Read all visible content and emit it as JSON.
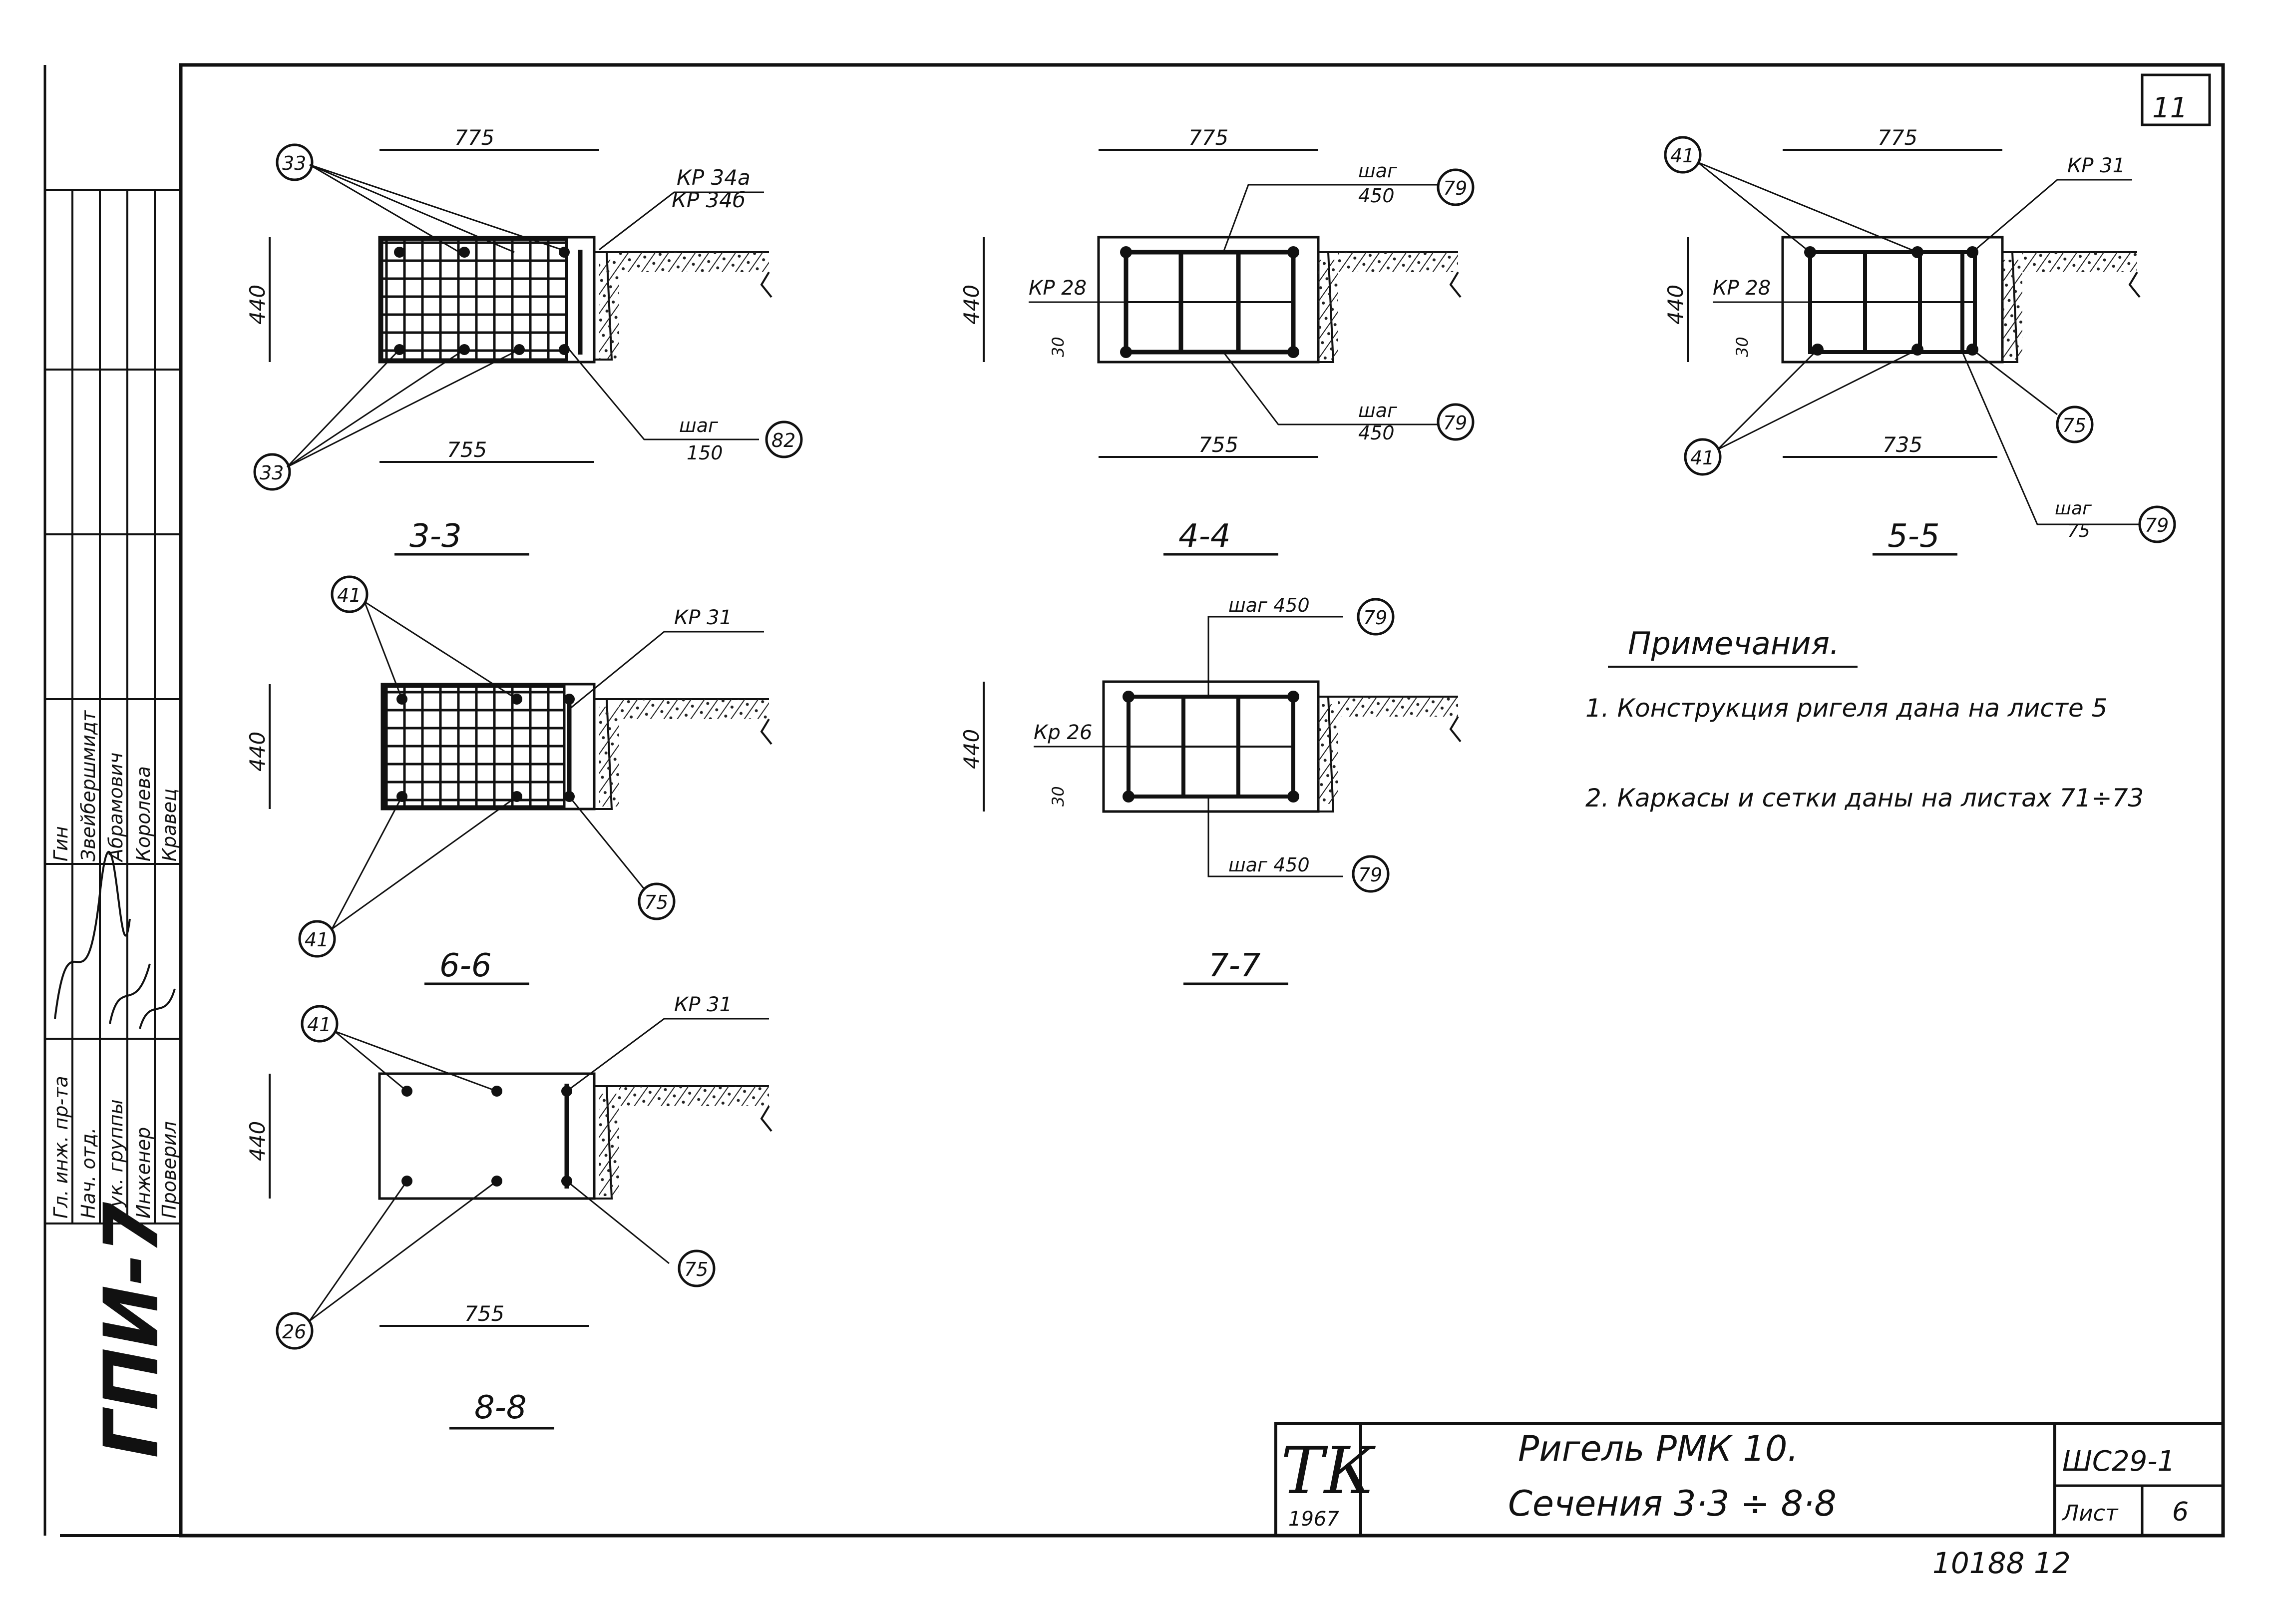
{
  "side": {
    "code": "ГПИ-7",
    "names": [
      "Гин",
      "Звейбершмидт",
      "Абрамович",
      "Королева",
      "Кравец"
    ],
    "roles": [
      "Гл. инж. пр-та",
      "Нач. отд.",
      "Рук. группы",
      "Инженер",
      "Проверил"
    ]
  },
  "sheet_number": "11",
  "sections": {
    "s33": {
      "title": "3-3",
      "top_dim": "775",
      "bottom_dim": "755",
      "height_dim": "440",
      "marks": [
        "33",
        "33",
        "82"
      ],
      "label_kr": "КР 34а",
      "label_kr2": "КР 34б",
      "step_label": "шаг",
      "step_value": "150"
    },
    "s44": {
      "title": "4-4",
      "top_dim": "775",
      "bottom_dim": "755",
      "height_dim": "440",
      "cover": "30",
      "marks": [
        "79",
        "79"
      ],
      "label_kr": "КР 28",
      "step_label": "шаг",
      "step_top": "450",
      "step_bottom": "450"
    },
    "s55": {
      "title": "5-5",
      "top_dim": "775",
      "bottom_dim": "735",
      "height_dim": "440",
      "cover": "30",
      "marks": [
        "41",
        "41",
        "75",
        "79"
      ],
      "label_kr": "КР 28",
      "label_kr2": "КР 31",
      "step_label": "шаг",
      "step_value": "75"
    },
    "s66": {
      "title": "6-6",
      "height_dim": "440",
      "marks": [
        "41",
        "41",
        "75"
      ],
      "label_kr": "КР 31"
    },
    "s77": {
      "title": "7-7",
      "height_dim": "440",
      "cover": "30",
      "marks": [
        "79",
        "79"
      ],
      "label_kr": "Кр 26",
      "step_top": "шаг 450",
      "step_bottom": "шаг 450"
    },
    "s88": {
      "title": "8-8",
      "bottom_dim": "755",
      "height_dim": "440",
      "marks": [
        "41",
        "26",
        "75"
      ],
      "label_kr": "КР 31"
    }
  },
  "notes": {
    "heading": "Примечания.",
    "items": [
      "1. Конструкция ригеля дана на листе 5",
      "2. Каркасы и сетки даны на листах 71÷73"
    ]
  },
  "title_block": {
    "logo": "ТК",
    "year": "1967",
    "title_line1": "Ригель РМК 10.",
    "title_line2": "Сечения 3·3 ÷ 8·8",
    "series": "ШС29-1",
    "sheet_label": "Лист",
    "sheet_value": "6"
  },
  "footer_number": "10188 12"
}
